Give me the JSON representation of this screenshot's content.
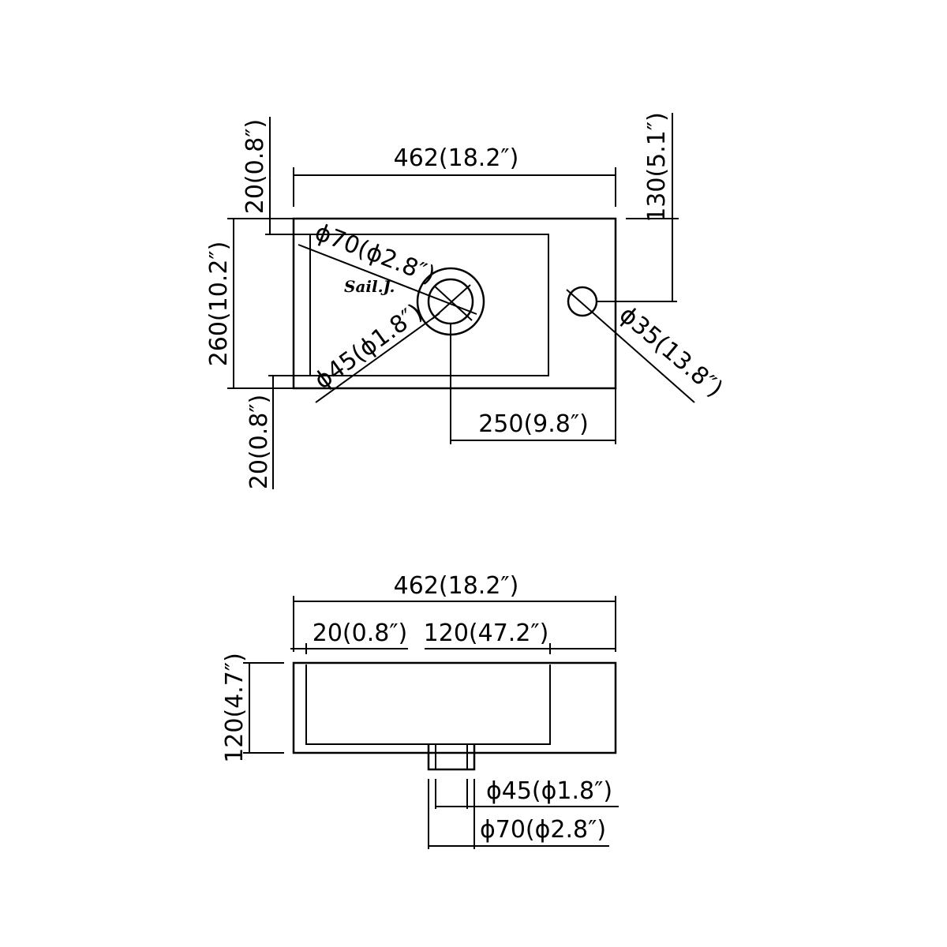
{
  "top_view": {
    "width_dim": "462(18.2″)",
    "margin_top_dim": "20(0.8″)",
    "depth_dim": "260(10.2″)",
    "margin_bottom_dim": "20(0.8″)",
    "tap_offset_dim": "130(5.1″)",
    "drain_offset_dim": "250(9.8″)",
    "drain_outer_dia": "ϕ70(ϕ2.8″)",
    "drain_inner_dia": "ϕ45(ϕ1.8″)",
    "tap_hole_dia": "ϕ35(13.8″)"
  },
  "logo": "Sail.J.",
  "front_view": {
    "width_dim": "462(18.2″)",
    "wall_dim": "20(0.8″)",
    "basin_dim": "120(47.2″)",
    "height_dim": "120(4.7″)",
    "drain_inner_dia": "ϕ45(ϕ1.8″)",
    "drain_outer_dia": "ϕ70(ϕ2.8″)"
  }
}
